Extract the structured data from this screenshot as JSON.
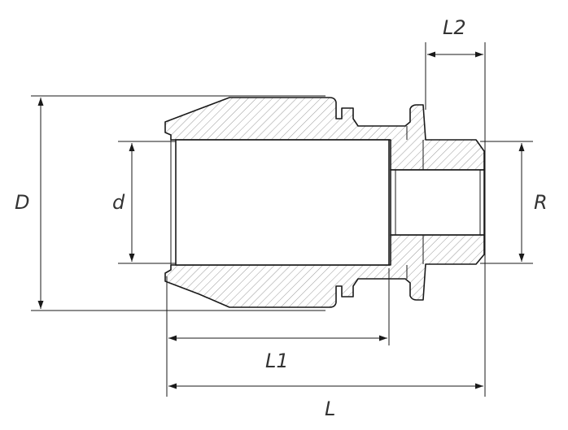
{
  "labels": {
    "L2": "L2",
    "D": "D",
    "d": "d",
    "R": "R",
    "L1": "L1",
    "L": "L"
  },
  "colors": {
    "line": "#1a1a1a",
    "hatch": "#9a9a9a",
    "text": "#333333",
    "background": "#ffffff"
  }
}
